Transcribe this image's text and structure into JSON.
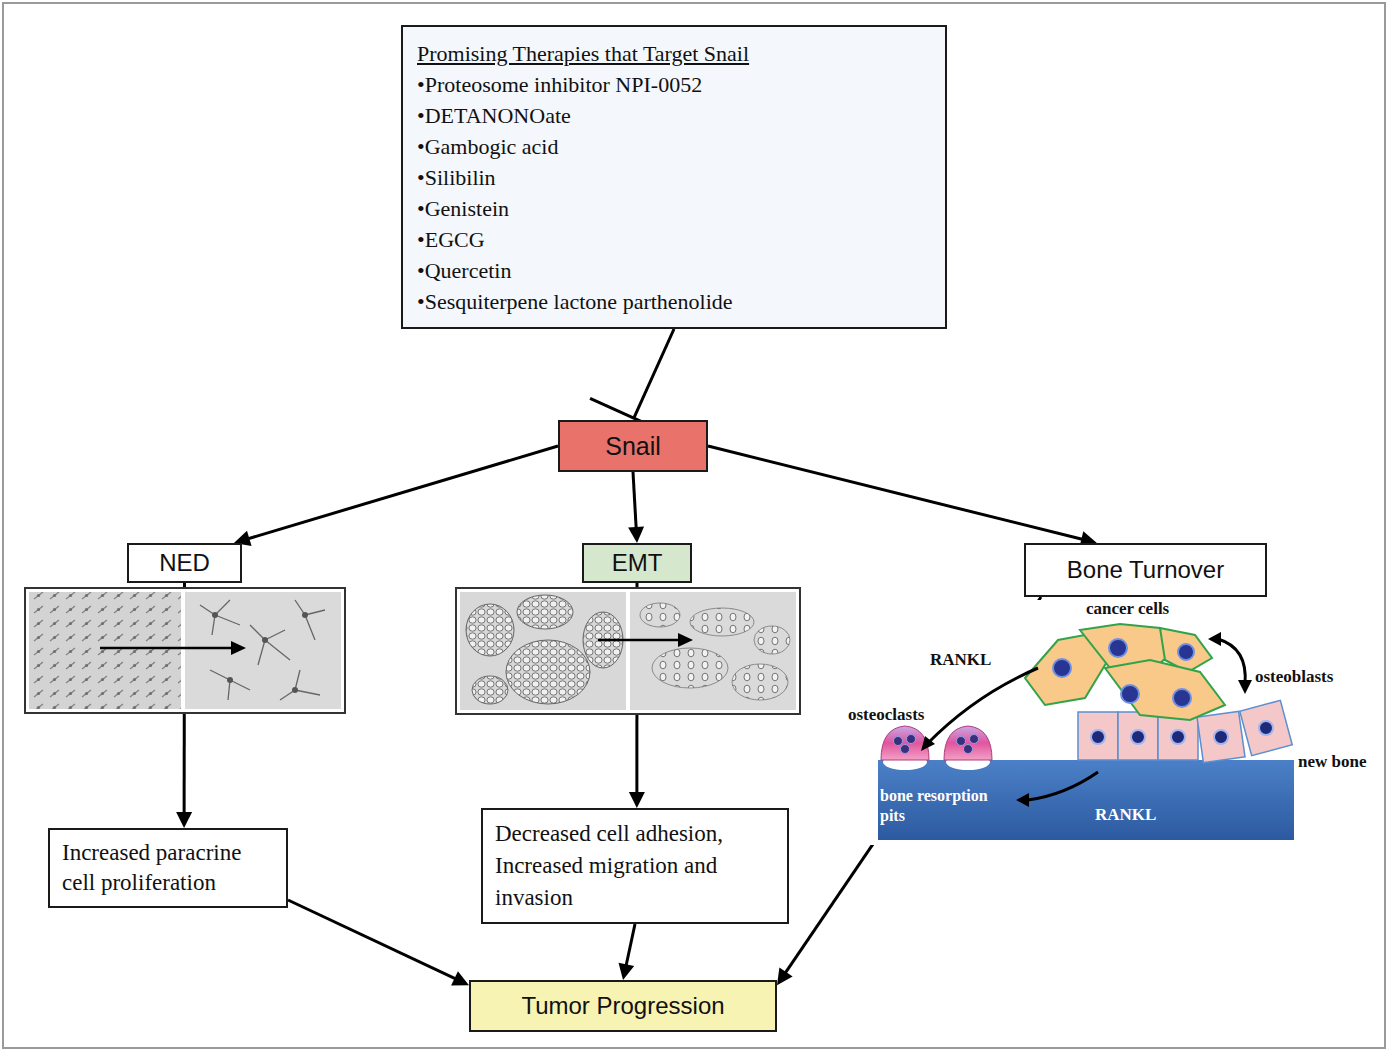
{
  "diagram": {
    "nodes": [
      {
        "text": [
          "Promising Therapies that Target Snail",
          "•Proteosome inhibitor NPI-0052",
          "•DETANONOate",
          "•Gambogic acid",
          "•Silibilin",
          "•Genistein",
          "•EGCG",
          "•Quercetin",
          "•Sesquiterpene lactone parthenolide"
        ]
      },
      {
        "text": [
          "Snail"
        ]
      },
      {
        "text": [
          "NED"
        ]
      },
      {
        "text": [
          "EMT"
        ]
      },
      {
        "text": [
          "Bone Turnover"
        ]
      },
      {
        "text": [
          "Increased paracrine cell proliferation"
        ]
      },
      {
        "text": [
          "Decreased cell adhesion, Increased migration and invasion"
        ]
      },
      {
        "text": [
          "Tumor Progression"
        ]
      }
    ],
    "edges": [
      {
        "from": 0,
        "to": 1,
        "arrow": "to"
      },
      {
        "from": 1,
        "to": 2,
        "arrow": "to"
      },
      {
        "from": 1,
        "to": 3,
        "arrow": "to"
      },
      {
        "from": 1,
        "to": 4,
        "arrow": "to"
      },
      {
        "from": 2,
        "to": 5,
        "arrow": "to"
      },
      {
        "from": 3,
        "to": 6,
        "arrow": "to"
      },
      {
        "from": 4,
        "to": 7,
        "arrow": "to"
      },
      {
        "from": 5,
        "to": 7,
        "arrow": "to"
      },
      {
        "from": 6,
        "to": 7,
        "arrow": "to"
      }
    ],
    "labels": [
      "cancer cells",
      "RANKL",
      "osteoblasts",
      "osteoclasts",
      "new bone",
      "bone resorption pits",
      "RANKL"
    ]
  }
}
